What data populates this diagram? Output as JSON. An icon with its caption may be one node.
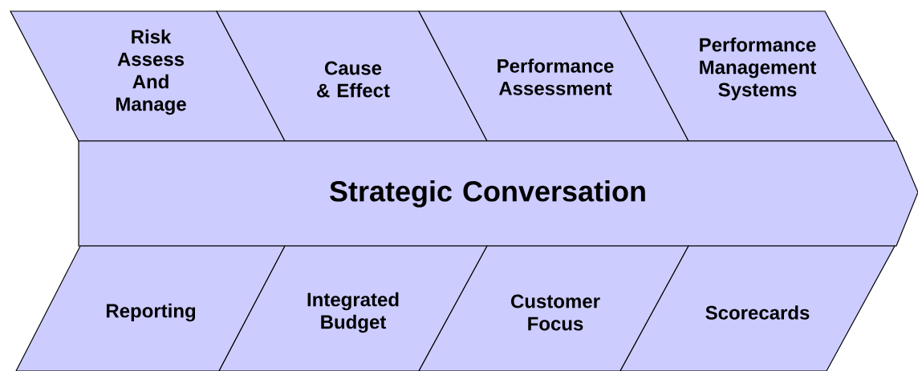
{
  "diagram": {
    "nodes": [
      {
        "text": [
          "Risk Assess And Manage"
        ]
      },
      {
        "text": [
          "Cause & Effect"
        ]
      },
      {
        "text": [
          "Performance Assessment"
        ]
      },
      {
        "text": [
          "Performance Management Systems"
        ]
      },
      {
        "text": [
          "Strategic Conversation"
        ]
      },
      {
        "text": [
          "Reporting"
        ]
      },
      {
        "text": [
          "Integrated Budget"
        ]
      },
      {
        "text": [
          "Customer Focus"
        ]
      },
      {
        "text": [
          "Scorecards"
        ]
      }
    ]
  }
}
